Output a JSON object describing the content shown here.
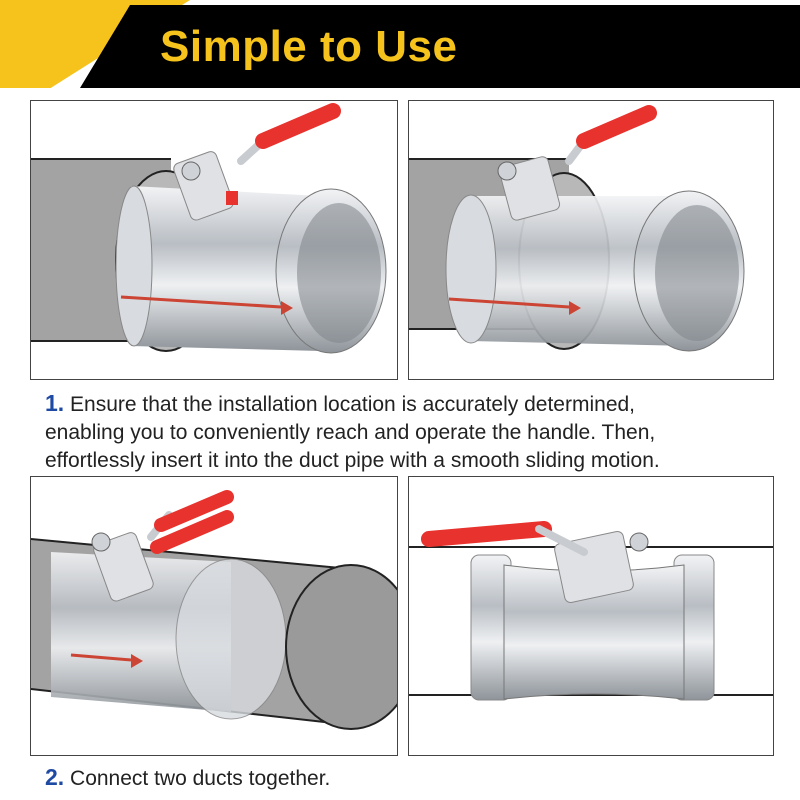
{
  "header": {
    "title": "Simple to Use",
    "accent_color": "#f5c31c",
    "background_color": "#000000"
  },
  "steps": [
    {
      "number": "1.",
      "lines": [
        "Ensure that the installation location is accurately determined,",
        "enabling you to conveniently reach and operate the handle. Then,",
        "effortlessly insert it into the duct pipe with a smooth sliding motion."
      ]
    },
    {
      "number": "2.",
      "lines": [
        "Connect two ducts together."
      ]
    }
  ],
  "colors": {
    "step_number": "#1f4aa3",
    "handle": "#e8322d",
    "duct": "#9e9e9e",
    "steel": "#c9cdd2"
  },
  "icons": [
    "damper-illustration"
  ]
}
